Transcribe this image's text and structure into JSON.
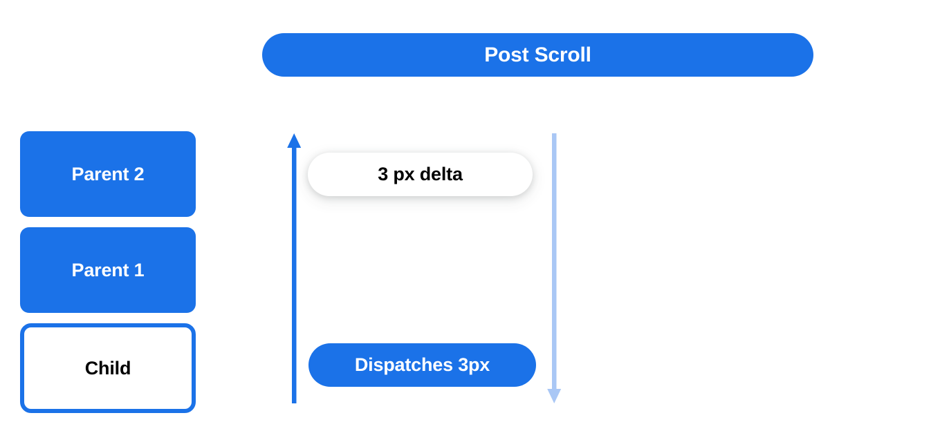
{
  "diagram": {
    "title": "Post Scroll",
    "boxes": [
      {
        "label": "Parent 2",
        "style": "filled"
      },
      {
        "label": "Parent 1",
        "style": "filled"
      },
      {
        "label": "Child",
        "style": "outlined"
      }
    ],
    "annotations": [
      {
        "label": "3 px delta",
        "style": "white-pill"
      },
      {
        "label": "Dispatches 3px",
        "style": "blue-pill"
      }
    ],
    "arrows": [
      {
        "name": "scroll-up-arrow",
        "direction": "up",
        "color": "#1b72e8"
      },
      {
        "name": "dispatch-down-arrow",
        "direction": "down",
        "color": "#a9c7f5"
      }
    ],
    "colors": {
      "primary_blue": "#1b72e8",
      "light_blue": "#a9c7f5",
      "text_on_blue": "#ffffff",
      "text_dark": "#000000",
      "background": "#ffffff"
    }
  }
}
